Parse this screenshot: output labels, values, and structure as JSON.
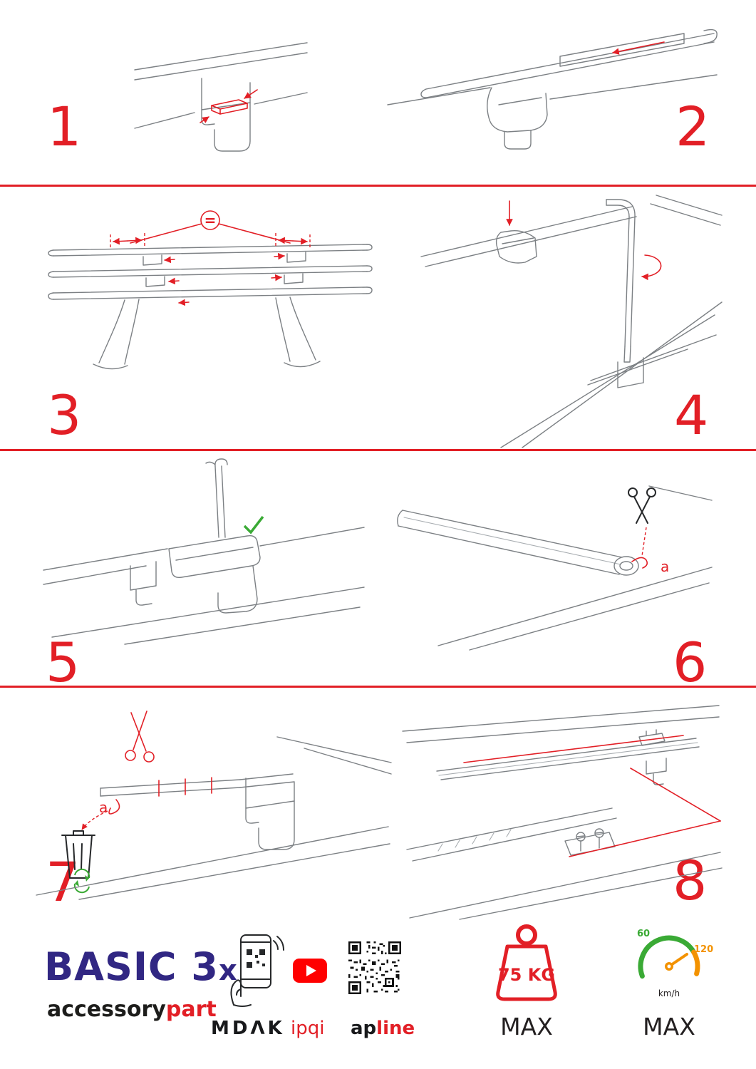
{
  "colors": {
    "accent_red": "#e21f26",
    "logo_blue": "#312783",
    "green": "#3aaa35",
    "orange": "#f39200",
    "youtube_red": "#ff0000"
  },
  "steps": [
    {
      "number": "1"
    },
    {
      "number": "2"
    },
    {
      "number": "3"
    },
    {
      "number": "4"
    },
    {
      "number": "5"
    },
    {
      "number": "6"
    },
    {
      "number": "7"
    },
    {
      "number": "8"
    }
  ],
  "annotations": {
    "equal_sign": "=",
    "cut_label": "a"
  },
  "footer": {
    "product": {
      "name": "BASIC 3",
      "size_suffix": "x"
    },
    "brand": {
      "black": "accessory",
      "red": "part"
    },
    "partners": {
      "mdak": "MDΛK",
      "ipqi": "ipqi",
      "apline_black": "ap",
      "apline_red": "line"
    },
    "weight": {
      "value": "75 KG",
      "label": "MAX"
    },
    "speed": {
      "tick_low": "60",
      "tick_high": "120",
      "unit": "km/h",
      "label": "MAX"
    }
  }
}
